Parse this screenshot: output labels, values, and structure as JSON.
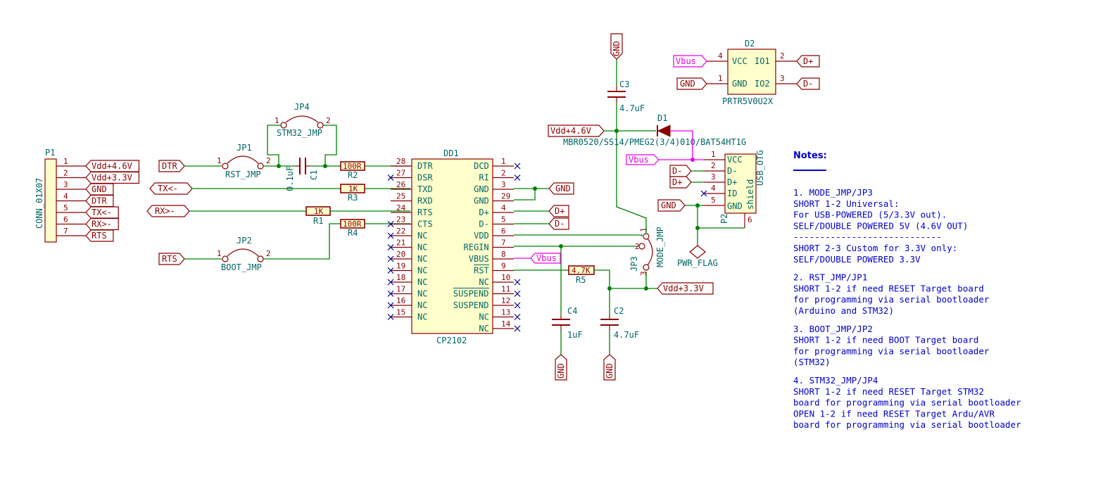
{
  "connector": {
    "ref": "P1",
    "value": "CONN_01X07",
    "pins": [
      {
        "num": "1",
        "net": "Vdd+4.6V"
      },
      {
        "num": "2",
        "net": "Vdd+3.3V"
      },
      {
        "num": "3",
        "net": "GND"
      },
      {
        "num": "4",
        "net": "DTR"
      },
      {
        "num": "5",
        "net": "TX<-"
      },
      {
        "num": "6",
        "net": "RX>-"
      },
      {
        "num": "7",
        "net": "RTS"
      }
    ]
  },
  "ic": {
    "ref": "DD1",
    "value": "CP2102",
    "left_pins": [
      {
        "num": "28",
        "name": "DTR"
      },
      {
        "num": "27",
        "name": "DSR"
      },
      {
        "num": "26",
        "name": "TXD"
      },
      {
        "num": "25",
        "name": "RXD"
      },
      {
        "num": "24",
        "name": "RTS"
      },
      {
        "num": "23",
        "name": "CTS"
      },
      {
        "num": "22",
        "name": "NC"
      },
      {
        "num": "21",
        "name": "NC"
      },
      {
        "num": "20",
        "name": "NC"
      },
      {
        "num": "19",
        "name": "NC"
      },
      {
        "num": "18",
        "name": "NC"
      },
      {
        "num": "17",
        "name": "NC"
      },
      {
        "num": "16",
        "name": "NC"
      },
      {
        "num": "15",
        "name": "NC"
      }
    ],
    "right_pins": [
      {
        "num": "1",
        "name": "DCD"
      },
      {
        "num": "2",
        "name": "RI"
      },
      {
        "num": "3",
        "name": "GND"
      },
      {
        "num": "29",
        "name": "GND"
      },
      {
        "num": "4",
        "name": "D+"
      },
      {
        "num": "5",
        "name": "D-"
      },
      {
        "num": "6",
        "name": "VDD"
      },
      {
        "num": "7",
        "name": "REGIN"
      },
      {
        "num": "8",
        "name": "VBUS"
      },
      {
        "num": "9",
        "name": "RST"
      },
      {
        "num": "10",
        "name": "NC"
      },
      {
        "num": "11",
        "name": "SUSPEND"
      },
      {
        "num": "12",
        "name": "SUSPEND"
      },
      {
        "num": "13",
        "name": "NC"
      },
      {
        "num": "14",
        "name": "NC"
      }
    ]
  },
  "jumpers": {
    "jp1": {
      "ref": "JP1",
      "value": "RST_JMP",
      "p1": "1",
      "p2": "2"
    },
    "jp2": {
      "ref": "JP2",
      "value": "BOOT_JMP",
      "p1": "1",
      "p2": "2"
    },
    "jp3": {
      "ref": "JP3",
      "value": "MODE_JMP",
      "p1": "1",
      "p2": "2",
      "p3": "3"
    },
    "jp4": {
      "ref": "JP4",
      "value": "STM32_JMP",
      "p1": "1",
      "p2": "2"
    }
  },
  "resistors": {
    "r1": {
      "ref": "R1",
      "value": "1K"
    },
    "r2": {
      "ref": "R2",
      "value": "100R"
    },
    "r3": {
      "ref": "R3",
      "value": "1K"
    },
    "r4": {
      "ref": "R4",
      "value": "100R"
    },
    "r5": {
      "ref": "R5",
      "value": "4.7K"
    }
  },
  "capacitors": {
    "c1": {
      "ref": "C1",
      "value": "0.1uF"
    },
    "c2": {
      "ref": "C2",
      "value": "4.7uF"
    },
    "c3": {
      "ref": "C3",
      "value": "4.7uF"
    },
    "c4": {
      "ref": "C4",
      "value": "1uF"
    }
  },
  "diode": {
    "ref": "D1",
    "value": "MBR0520/SS14/PMEG2(3/4)010/BAT54HT1G"
  },
  "esd": {
    "ref": "D2",
    "value": "PRTR5V0U2X",
    "pins": [
      {
        "num": "4",
        "name": "VCC"
      },
      {
        "num": "1",
        "name": "GND"
      },
      {
        "num": "2",
        "name": "IO1"
      },
      {
        "num": "3",
        "name": "IO2"
      }
    ]
  },
  "usb": {
    "ref": "P2",
    "value": "USB_OTG",
    "shield": "shield",
    "pins": [
      {
        "num": "1",
        "name": "VCC"
      },
      {
        "num": "2",
        "name": "D-"
      },
      {
        "num": "3",
        "name": "D+"
      },
      {
        "num": "4",
        "name": "ID"
      },
      {
        "num": "5",
        "name": "GND"
      },
      {
        "num": "6",
        "name": ""
      }
    ]
  },
  "power_flag": "PWR_FLAG",
  "nets": {
    "dtr": "DTR",
    "tx": "TX<-",
    "rx": "RX>-",
    "rts": "RTS",
    "vdd46": "Vdd+4.6V",
    "vdd33": "Vdd+3.3V",
    "gnd": "GND",
    "vbus": "Vbus",
    "dplus": "D+",
    "dminus": "D-"
  },
  "notes": {
    "title": "Notes:",
    "lines": [
      "1. MODE_JMP/JP3",
      "SHORT 1-2 Universal:",
      "For USB-POWERED (5/3.3V out).",
      "SELF/DOUBLE POWERED 5V (4.6V OUT)",
      "----------------------------",
      "SHORT 2-3 Custom for 3.3V only:",
      "SELF/DOUBLE POWERED 3.3V",
      "",
      "2. RST_JMP/JP1",
      "SHORT 1-2 if need RESET Target board",
      "for programming via serial bootloader",
      "(Arduino and STM32)",
      "",
      "3. BOOT_JMP/JP2",
      "SHORT 1-2 if need BOOT Target board",
      "for programming via serial bootloader",
      "(STM32)",
      "",
      "4. STM32_JMP/JP4",
      "SHORT 1-2 if need RESET Target STM32",
      "board for programming via serial bootloader",
      "OPEN 1-2  if need RESET Target Ardu/AVR",
      "board for programming via serial bootloader"
    ]
  },
  "colors": {
    "wire": "#008000",
    "component": "#8b0000",
    "text": "#006464",
    "notes": "#0000c8",
    "vbus": "#e600e6",
    "nc": "#00008b"
  }
}
